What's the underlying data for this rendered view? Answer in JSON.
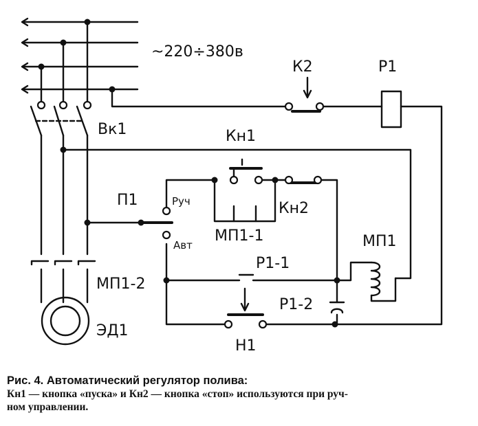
{
  "labels": {
    "supply": "~220÷380в",
    "k2": "К2",
    "r1": "Р1",
    "vk1": "Вк1",
    "kn1": "Кн1",
    "p1": "П1",
    "ruch": "Руч",
    "avt": "Авт",
    "mp1_1": "МП1-1",
    "kn2": "Кн2",
    "mp1": "МП1",
    "r1_1": "Р1-1",
    "mp1_2": "МП1-2",
    "r1_2": "Р1-2",
    "ed1": "ЭД1",
    "n1": "Н1"
  },
  "caption": {
    "title": "Рис. 4. Автоматический регулятор полива:",
    "line1": "Кн1 — кнопка «пуска» и Кн2 — кнопка «стоп» используются при руч-",
    "line2": "ном управлении."
  }
}
